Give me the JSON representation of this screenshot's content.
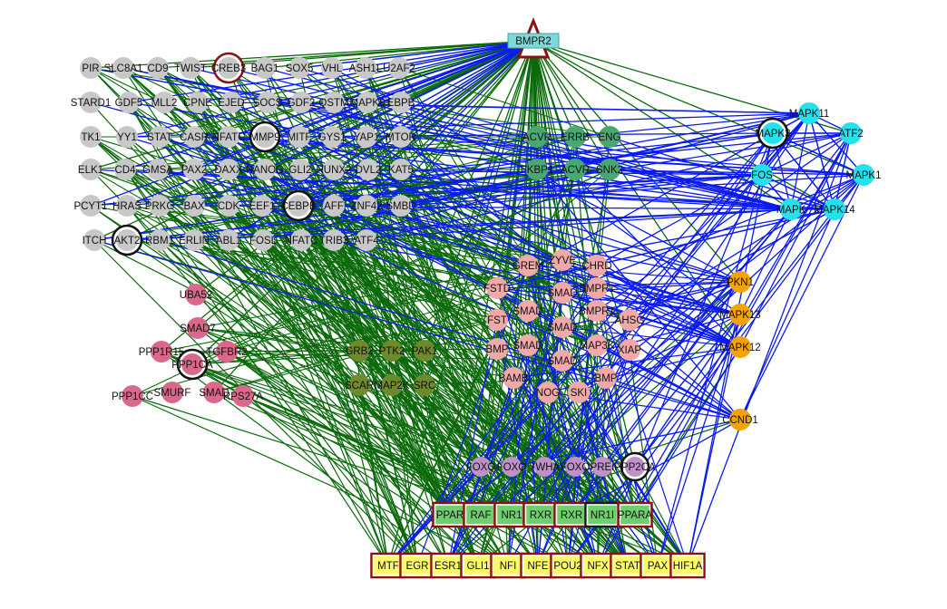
{
  "colors": {
    "gray_node": "#c8c8c8",
    "pink_node": "#d9688a",
    "salmon_node": "#f0a8a8",
    "olive_node": "#6f8a2c",
    "green_node": "#48a872",
    "cyan_node": "#22e2ee",
    "orange_node": "#f5a300",
    "purple_node": "#c090c8",
    "yellow_box": "#fafa6a",
    "light_green_box": "#6fcf6f",
    "border_dark_red": "#8b1010",
    "edge_green": "#0a6a0a",
    "edge_blue": "#0a1af0"
  },
  "nodes": [
    {
      "id": "BMPR2",
      "label": "BMPR2",
      "group": "hub_top",
      "shape": "box",
      "fill": "#7ed8d8",
      "marker": "triangle"
    },
    {
      "id": "PIR",
      "label": "PIR",
      "group": "gray"
    },
    {
      "id": "SLC8A1",
      "label": "SLC8A1",
      "group": "gray"
    },
    {
      "id": "CD9",
      "label": "CD9",
      "group": "gray"
    },
    {
      "id": "TWIST",
      "label": "TWIST",
      "group": "gray"
    },
    {
      "id": "CREB3",
      "label": "CREB3",
      "group": "gray",
      "ring": "red"
    },
    {
      "id": "BAG1",
      "label": "BAG1",
      "group": "gray"
    },
    {
      "id": "SOX5",
      "label": "SOX5",
      "group": "gray"
    },
    {
      "id": "VHL",
      "label": "VHL",
      "group": "gray"
    },
    {
      "id": "ASH1L",
      "label": "ASH1L",
      "group": "gray"
    },
    {
      "id": "U2AF2",
      "label": "U2AF2",
      "group": "gray"
    },
    {
      "id": "STARD1",
      "label": "STARD1",
      "group": "gray"
    },
    {
      "id": "GDF5",
      "label": "GDF5",
      "group": "gray"
    },
    {
      "id": "MLL2",
      "label": "MLL2",
      "group": "gray"
    },
    {
      "id": "CPNE",
      "label": "CPNE",
      "group": "gray"
    },
    {
      "id": "EJED",
      "label": "EJED",
      "group": "gray"
    },
    {
      "id": "SOCS",
      "label": "SOCS",
      "group": "gray"
    },
    {
      "id": "GDF2",
      "label": "GDF2",
      "group": "gray"
    },
    {
      "id": "QSTM",
      "label": "QSTM",
      "group": "gray"
    },
    {
      "id": "MAPK6",
      "label": "MAPK6",
      "group": "gray"
    },
    {
      "id": "EBPB",
      "label": "EBPB",
      "group": "gray"
    },
    {
      "id": "TK1",
      "label": "TK1",
      "group": "gray"
    },
    {
      "id": "YY1",
      "label": "YY1",
      "group": "gray"
    },
    {
      "id": "STAT",
      "label": "STAT",
      "group": "gray"
    },
    {
      "id": "CASR",
      "label": "CASR",
      "group": "gray"
    },
    {
      "id": "NFATC",
      "label": "NFATC",
      "group": "gray"
    },
    {
      "id": "MMP9",
      "label": "MMP9",
      "group": "gray",
      "ring": "black"
    },
    {
      "id": "MITF",
      "label": "MITF",
      "group": "gray"
    },
    {
      "id": "GYS1",
      "label": "GYS1",
      "group": "gray"
    },
    {
      "id": "YAP1",
      "label": "YAP1",
      "group": "gray"
    },
    {
      "id": "MTOR",
      "label": "MTOR",
      "group": "gray"
    },
    {
      "id": "ELK1",
      "label": "ELK1",
      "group": "gray"
    },
    {
      "id": "CD4",
      "label": "CD4",
      "group": "gray"
    },
    {
      "id": "GMSA",
      "label": "GMSA",
      "group": "gray"
    },
    {
      "id": "PAX2",
      "label": "PAX2",
      "group": "gray"
    },
    {
      "id": "DAXX",
      "label": "DAXX",
      "group": "gray"
    },
    {
      "id": "NANOG",
      "label": "NANOG",
      "group": "gray"
    },
    {
      "id": "GLI2",
      "label": "GLI2",
      "group": "gray"
    },
    {
      "id": "RUNX2",
      "label": "RUNX2",
      "group": "gray"
    },
    {
      "id": "DVL2",
      "label": "DVL2",
      "group": "gray"
    },
    {
      "id": "KAT5",
      "label": "KAT5",
      "group": "gray"
    },
    {
      "id": "PCYT1",
      "label": "PCYT1",
      "group": "gray"
    },
    {
      "id": "HRAS",
      "label": "HRAS",
      "group": "gray"
    },
    {
      "id": "PRKG",
      "label": "PRKG",
      "group": "gray"
    },
    {
      "id": "BAX",
      "label": "BAX",
      "group": "gray"
    },
    {
      "id": "CDK",
      "label": "CDK",
      "group": "gray"
    },
    {
      "id": "EEF1",
      "label": "EEF1",
      "group": "gray"
    },
    {
      "id": "CEBPB",
      "label": "CEBPB",
      "group": "gray",
      "ring": "black"
    },
    {
      "id": "AFF",
      "label": "AFF",
      "group": "gray"
    },
    {
      "id": "ZNF42",
      "label": "ZNF42",
      "group": "gray"
    },
    {
      "id": "SMBD",
      "label": "SMBD",
      "group": "gray"
    },
    {
      "id": "ITCH",
      "label": "ITCH",
      "group": "gray"
    },
    {
      "id": "AKT2",
      "label": "AKT2",
      "group": "gray",
      "ring": "black"
    },
    {
      "id": "RBM1",
      "label": "RBM1",
      "group": "gray"
    },
    {
      "id": "ERLIN",
      "label": "ERLIN",
      "group": "gray"
    },
    {
      "id": "ABL1",
      "label": "ABL1",
      "group": "gray"
    },
    {
      "id": "FOSL",
      "label": "FOSL",
      "group": "gray"
    },
    {
      "id": "NFATC1",
      "label": "NFATC",
      "group": "gray"
    },
    {
      "id": "TRIB3",
      "label": "TRIB3",
      "group": "gray"
    },
    {
      "id": "ATF4",
      "label": "ATF4",
      "group": "gray"
    },
    {
      "id": "UBA52",
      "label": "UBA52",
      "group": "pink"
    },
    {
      "id": "SMAD7",
      "label": "SMAD7",
      "group": "pink"
    },
    {
      "id": "PPP1R15",
      "label": "PPP1R15",
      "group": "pink"
    },
    {
      "id": "TGFBR2",
      "label": "TGFBR2",
      "group": "pink"
    },
    {
      "id": "PPP1CA",
      "label": "PPP1CA",
      "group": "pink",
      "ring": "black"
    },
    {
      "id": "SMURF",
      "label": "SMURF",
      "group": "pink"
    },
    {
      "id": "SMAD_P",
      "label": "SMAD",
      "group": "pink"
    },
    {
      "id": "RPS27A",
      "label": "RPS27A",
      "group": "pink"
    },
    {
      "id": "PPP1CC",
      "label": "PPP1CC",
      "group": "pink"
    },
    {
      "id": "GRB2",
      "label": "GRB2",
      "group": "olive"
    },
    {
      "id": "PTK2",
      "label": "PTK2",
      "group": "olive"
    },
    {
      "id": "PAK1",
      "label": "PAK1",
      "group": "olive"
    },
    {
      "id": "SCAR",
      "label": "SCAR",
      "group": "olive"
    },
    {
      "id": "MAP2K",
      "label": "MAP2K",
      "group": "olive"
    },
    {
      "id": "SRC",
      "label": "SRC",
      "group": "olive"
    },
    {
      "id": "ACVR",
      "label": "ACVR",
      "group": "green"
    },
    {
      "id": "ERRB",
      "label": "ERRB",
      "group": "green"
    },
    {
      "id": "ENG",
      "label": "ENG",
      "group": "green"
    },
    {
      "id": "FKBP1",
      "label": "FKBP1",
      "group": "green"
    },
    {
      "id": "ACVR2",
      "label": "ACVR",
      "group": "green"
    },
    {
      "id": "SNK2",
      "label": "SNK2",
      "group": "green"
    },
    {
      "id": "MAPK11",
      "label": "MAPK11",
      "group": "cyan"
    },
    {
      "id": "MAPK3",
      "label": "MAPK3",
      "group": "cyan",
      "ring": "black"
    },
    {
      "id": "ATF2",
      "label": "ATF2",
      "group": "cyan"
    },
    {
      "id": "FOS",
      "label": "FOS",
      "group": "cyan"
    },
    {
      "id": "MAPK1",
      "label": "MAPK1",
      "group": "cyan"
    },
    {
      "id": "MAPK8",
      "label": "MAPK",
      "group": "cyan"
    },
    {
      "id": "MAPK14",
      "label": "MAPK14",
      "group": "cyan"
    },
    {
      "id": "PKN1",
      "label": "PKN1",
      "group": "orange"
    },
    {
      "id": "MAPK13",
      "label": "MAPK13",
      "group": "orange"
    },
    {
      "id": "MAPK12",
      "label": "MAPK12",
      "group": "orange"
    },
    {
      "id": "CCND1",
      "label": "CCND1",
      "group": "orange"
    },
    {
      "id": "ZYVE",
      "label": "ZYVE",
      "group": "salmon"
    },
    {
      "id": "GREM",
      "label": "GREM",
      "group": "salmon"
    },
    {
      "id": "CHRD",
      "label": "CHRD",
      "group": "salmon"
    },
    {
      "id": "FSTD",
      "label": "FSTD",
      "group": "salmon"
    },
    {
      "id": "SMAD_a",
      "label": "SMAD",
      "group": "salmon"
    },
    {
      "id": "BMPR1",
      "label": "BMPR1",
      "group": "salmon"
    },
    {
      "id": "FST",
      "label": "FST",
      "group": "salmon"
    },
    {
      "id": "SMAD_b",
      "label": "SMAD",
      "group": "salmon"
    },
    {
      "id": "BMPR1B",
      "label": "BMPR1",
      "group": "salmon"
    },
    {
      "id": "AHSG",
      "label": "AHSG",
      "group": "salmon"
    },
    {
      "id": "BMP",
      "label": "BMP",
      "group": "salmon"
    },
    {
      "id": "SMAD_c",
      "label": "SMAD",
      "group": "salmon"
    },
    {
      "id": "SMAD_d",
      "label": "SMAD",
      "group": "salmon"
    },
    {
      "id": "MAP3K",
      "label": "MAP3K",
      "group": "salmon"
    },
    {
      "id": "XIAP",
      "label": "XIAP",
      "group": "salmon"
    },
    {
      "id": "SMAD_e",
      "label": "SMAD",
      "group": "salmon"
    },
    {
      "id": "BAMB",
      "label": "BAMB",
      "group": "salmon"
    },
    {
      "id": "BMP2",
      "label": "BMP",
      "group": "salmon"
    },
    {
      "id": "NOG",
      "label": "NOG",
      "group": "salmon"
    },
    {
      "id": "SKI",
      "label": "SKI",
      "group": "salmon"
    },
    {
      "id": "FOXO1",
      "label": "FOXO",
      "group": "purple"
    },
    {
      "id": "FOXO3",
      "label": "FOXO",
      "group": "purple"
    },
    {
      "id": "YWHA",
      "label": "YWHA",
      "group": "purple"
    },
    {
      "id": "FOXO4",
      "label": "FOXO",
      "group": "purple"
    },
    {
      "id": "PREI",
      "label": "PREI",
      "group": "purple"
    },
    {
      "id": "PPP2CA",
      "label": "PPP2CA",
      "group": "purple",
      "ring": "black"
    },
    {
      "id": "PPAR",
      "label": "PPAR",
      "group": "tf_green",
      "shape": "box"
    },
    {
      "id": "RAF",
      "label": "RAF",
      "group": "tf_green",
      "shape": "box"
    },
    {
      "id": "NR1",
      "label": "NR1",
      "group": "tf_green",
      "shape": "box"
    },
    {
      "id": "RXR1",
      "label": "RXR",
      "group": "tf_green",
      "shape": "box"
    },
    {
      "id": "RXR2",
      "label": "RXR",
      "group": "tf_green",
      "shape": "box"
    },
    {
      "id": "NR1I",
      "label": "NR1I",
      "group": "tf_green",
      "shape": "box",
      "dark_border": true
    },
    {
      "id": "PPARA",
      "label": "PPARA",
      "group": "tf_green",
      "shape": "box"
    },
    {
      "id": "MTF",
      "label": "MTF",
      "group": "tf_yellow",
      "shape": "box"
    },
    {
      "id": "EGR",
      "label": "EGR",
      "group": "tf_yellow",
      "shape": "box"
    },
    {
      "id": "ESR1",
      "label": "ESR1",
      "group": "tf_yellow",
      "shape": "box"
    },
    {
      "id": "GLI1",
      "label": "GLI1",
      "group": "tf_yellow",
      "shape": "box"
    },
    {
      "id": "NFI",
      "label": "NFI",
      "group": "tf_yellow",
      "shape": "box"
    },
    {
      "id": "NFE",
      "label": "NFE",
      "group": "tf_yellow",
      "shape": "box"
    },
    {
      "id": "POU2",
      "label": "POU2",
      "group": "tf_yellow",
      "shape": "box"
    },
    {
      "id": "NFX",
      "label": "NFX",
      "group": "tf_yellow",
      "shape": "box"
    },
    {
      "id": "STAT2",
      "label": "STAT",
      "group": "tf_yellow",
      "shape": "box"
    },
    {
      "id": "PAX",
      "label": "PAX",
      "group": "tf_yellow",
      "shape": "box"
    },
    {
      "id": "HIF1A",
      "label": "HIF1A",
      "group": "tf_yellow",
      "shape": "box"
    }
  ]
}
